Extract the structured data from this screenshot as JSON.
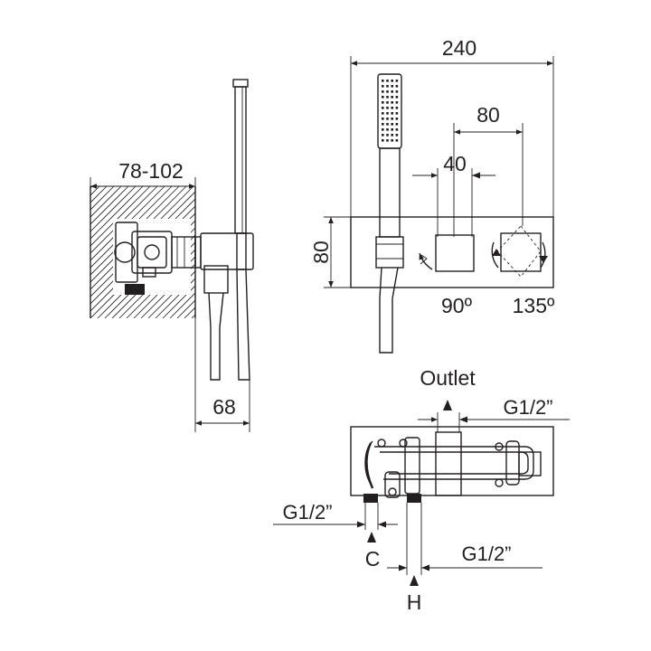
{
  "labels": {
    "depth_range": "78-102",
    "overall_width": "240",
    "valve_spacing": "80",
    "valve_width": "40",
    "plate_height": "80",
    "projection": "68",
    "rotation_left": "90º",
    "rotation_right": "135º",
    "outlet": "Outlet",
    "outlet_thread": "G1/2”",
    "cold_thread": "G1/2”",
    "hot_thread": "G1/2”",
    "cold_mark": "C",
    "hot_mark": "H"
  },
  "colors": {
    "line": "#231f20",
    "background": "#ffffff"
  }
}
